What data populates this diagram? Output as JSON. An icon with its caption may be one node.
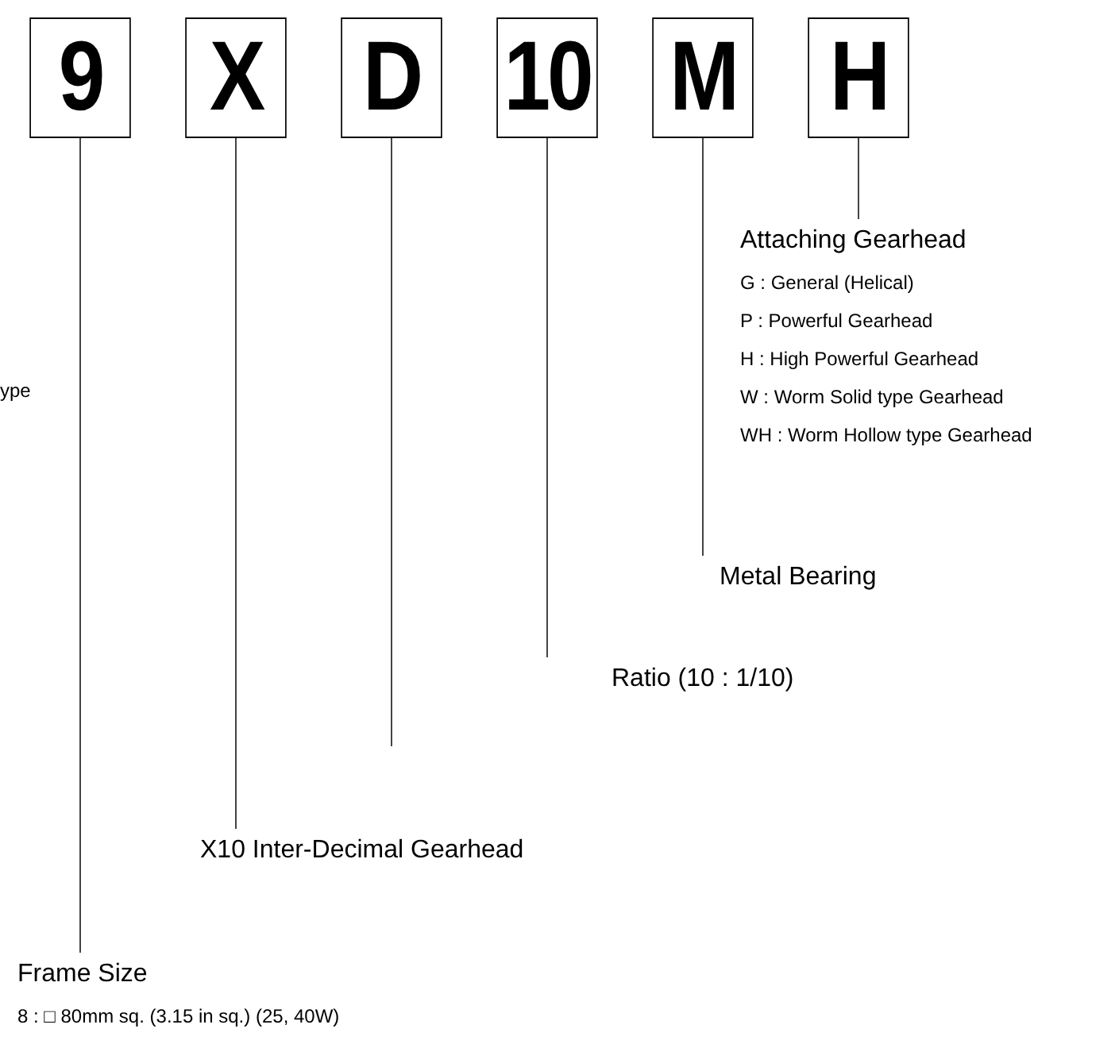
{
  "diagram": {
    "nodes": [
      {
        "text": [
          "9"
        ]
      },
      {
        "text": [
          "X"
        ]
      },
      {
        "text": [
          "D"
        ]
      },
      {
        "text": [
          "10"
        ]
      },
      {
        "text": [
          "M"
        ]
      },
      {
        "text": [
          "H"
        ]
      },
      {
        "text": [
          "Attaching Gearhead",
          "G : General (Helical)",
          "P : Powerful Gearhead",
          "H : High Powerful Gearhead",
          "W : Worm Solid type Gearhead",
          "WH : Worm Hollow type Gearhead"
        ]
      },
      {
        "text": [
          "Metal Bearing"
        ]
      },
      {
        "text": [
          "Ratio (10 : 1/10)"
        ]
      },
      {
        "text": [
          "X10 Inter-Decimal Gearhead"
        ]
      },
      {
        "text": [
          "Frame Size",
          "8 : □ 80mm sq. (3.15 in sq.) (25, 40W)"
        ]
      }
    ],
    "edges": [
      {
        "from": 5,
        "to": 6,
        "arrow": "none"
      },
      {
        "from": 4,
        "to": 7,
        "arrow": "none"
      },
      {
        "from": 3,
        "to": 8,
        "arrow": "none"
      },
      {
        "from": 2,
        "to": null,
        "arrow": "none"
      },
      {
        "from": 1,
        "to": 9,
        "arrow": "none"
      },
      {
        "from": 0,
        "to": 10,
        "arrow": "none"
      }
    ],
    "labels": [
      "ype"
    ]
  }
}
